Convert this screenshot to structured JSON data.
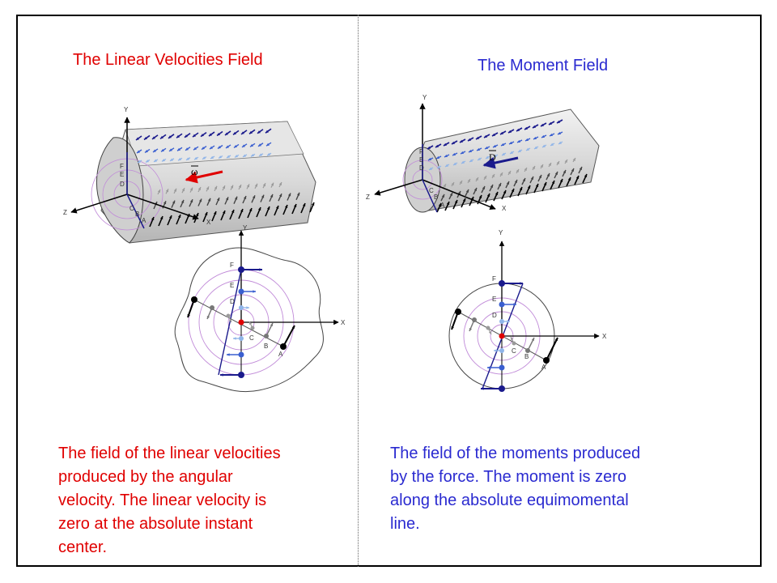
{
  "left_panel": {
    "title": "The Linear Velocities Field",
    "description": "The field  of the linear velocities\nproduced   by the angular\nvelocity. The linear velocity is\nzero at the absolute instant\ncenter.",
    "vector_symbol": "ω"
  },
  "right_panel": {
    "title": "The Moment Field",
    "description": "The field of the moments produced\nby the force. The moment is zero\nalong the absolute equimomental\nline.",
    "vector_symbol": "D"
  },
  "axis_labels": {
    "x": "X",
    "y": "Y",
    "z": "Z"
  },
  "point_labels": [
    "A",
    "B",
    "C",
    "D",
    "E",
    "F"
  ],
  "colors": {
    "left_text": "#e00000",
    "right_text": "#2a2ad0",
    "dark_blue": "#1a1a8c",
    "mid_blue": "#3a5fd0",
    "light_blue": "#8fb4e8",
    "gray": "#9a9a9a",
    "circle": "#c08ad8",
    "red_vector": "#e00000"
  }
}
